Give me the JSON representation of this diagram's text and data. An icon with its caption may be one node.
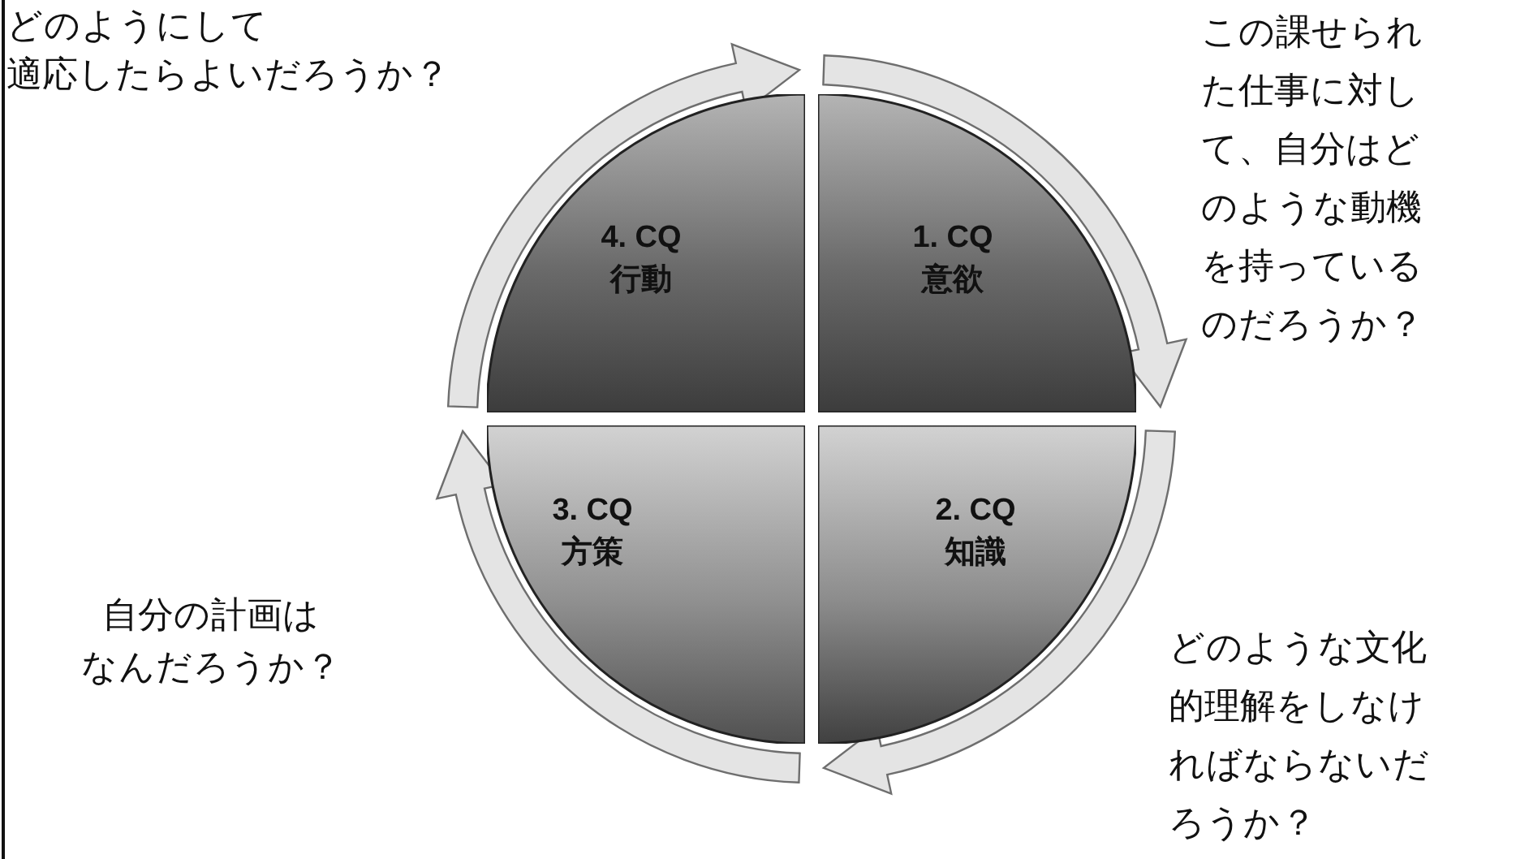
{
  "diagram": {
    "nodes": [
      {
        "text": [
          "1. CQ 意欲"
        ]
      },
      {
        "text": [
          "2. CQ 知識"
        ]
      },
      {
        "text": [
          "3. CQ 方策"
        ]
      },
      {
        "text": [
          "4. CQ 行動"
        ]
      }
    ],
    "edges": [
      {
        "from": 0,
        "to": 1,
        "arrow": "to"
      },
      {
        "from": 1,
        "to": 2,
        "arrow": "to"
      },
      {
        "from": 2,
        "to": 3,
        "arrow": "to"
      },
      {
        "from": 3,
        "to": 0,
        "arrow": "to"
      }
    ],
    "labels": [
      "どのようにして適応したらよいだろうか？",
      "この課せられた仕事に対して、自分はどのような動機を持っているのだろうか？",
      "自分の計画はなんだろうか？",
      "どのような文化的理解をしなければならないだろうか？"
    ]
  }
}
